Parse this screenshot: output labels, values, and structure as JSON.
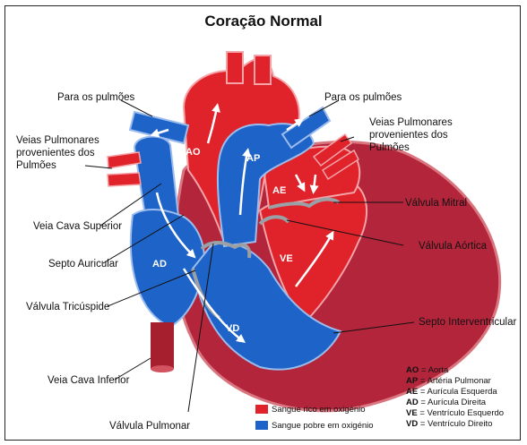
{
  "title": "Coração Normal",
  "colors": {
    "oxygen_rich": "#e0232a",
    "oxygen_poor": "#1e63c8",
    "muscle": "#b3253b",
    "muscle_light": "#d9757f",
    "valve": "#9aa0a6"
  },
  "labels": {
    "lungs_left": "Para os pulmões",
    "lungs_right": "Para os pulmões",
    "pulm_veins_left": [
      "Veias Pulmonares",
      "provenientes dos",
      "Pulmões"
    ],
    "pulm_veins_right": [
      "Veias Pulmonares",
      "provenientes dos",
      "Pulmões"
    ],
    "sup_vena_cava": "Veia Cava Superior",
    "atrial_septum": "Septo Auricular",
    "tricuspid_valve": "Válvula Tricúspide",
    "inf_vena_cava": "Veia Cava Inferior",
    "pulmonary_valve": "Válvula Pulmonar",
    "mitral_valve": "Válvula Mitral",
    "aortic_valve": "Válvula Aórtica",
    "vent_septum": "Septo Interventricular"
  },
  "chambers": {
    "AO": "AO",
    "AP": "AP",
    "AE": "AE",
    "AD": "AD",
    "VE": "VE",
    "VD": "VD"
  },
  "legend": {
    "rich": "Sangue rico em oxigénio",
    "poor": "Sangue pobre em oxigénio"
  },
  "abbreviations": [
    {
      "key": "AO",
      "sep": " = ",
      "value": "Aorta"
    },
    {
      "key": "AP",
      "sep": " = ",
      "value": "Artéria Pulmonar"
    },
    {
      "key": "AE",
      "sep": " = ",
      "value": "Aurícula Esquerda"
    },
    {
      "key": "AD",
      "sep": " = ",
      "value": "Aurícula Direita"
    },
    {
      "key": "VE",
      "sep": " = ",
      "value": "Ventrículo Esquerdo"
    },
    {
      "key": "VD",
      "sep": " = ",
      "value": "Ventrículo Direito"
    }
  ]
}
